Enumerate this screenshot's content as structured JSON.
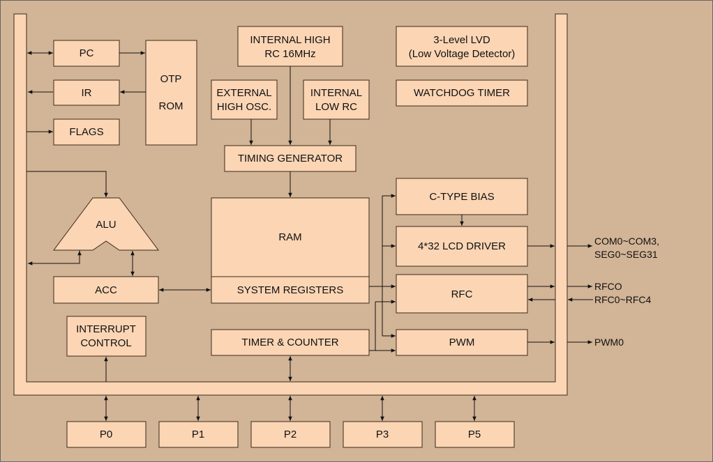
{
  "blocks": {
    "pc": "PC",
    "ir": "IR",
    "flags": "FLAGS",
    "otp_line1": "OTP",
    "otp_line2": "ROM",
    "int_high_rc_line1": "INTERNAL HIGH",
    "int_high_rc_line2": "RC 16MHz",
    "ext_high_osc_line1": "EXTERNAL",
    "ext_high_osc_line2": "HIGH OSC.",
    "int_low_rc_line1": "INTERNAL",
    "int_low_rc_line2": "LOW RC",
    "timing_generator": "TIMING GENERATOR",
    "lvd_line1": "3-Level LVD",
    "lvd_line2": "(Low Voltage Detector)",
    "watchdog": "WATCHDOG TIMER",
    "alu": "ALU",
    "ram": "RAM",
    "system_registers": "SYSTEM REGISTERS",
    "acc": "ACC",
    "interrupt_line1": "INTERRUPT",
    "interrupt_line2": "CONTROL",
    "timer_counter": "TIMER & COUNTER",
    "ctype_bias": "C-TYPE BIAS",
    "lcd_driver": "4*32 LCD DRIVER",
    "rfc": "RFC",
    "pwm": "PWM",
    "p0": "P0",
    "p1": "P1",
    "p2": "P2",
    "p3": "P3",
    "p5": "P5"
  },
  "outputs": {
    "com_line1": "COM0~COM3,",
    "com_line2": "SEG0~SEG31",
    "rfco": "RFCO",
    "rfc_in": "RFC0~RFC4",
    "pwm0": "PWM0"
  },
  "colors": {
    "background": "#d2b496",
    "block_fill": "#fcd5b4",
    "stroke": "#3a2a1a"
  }
}
